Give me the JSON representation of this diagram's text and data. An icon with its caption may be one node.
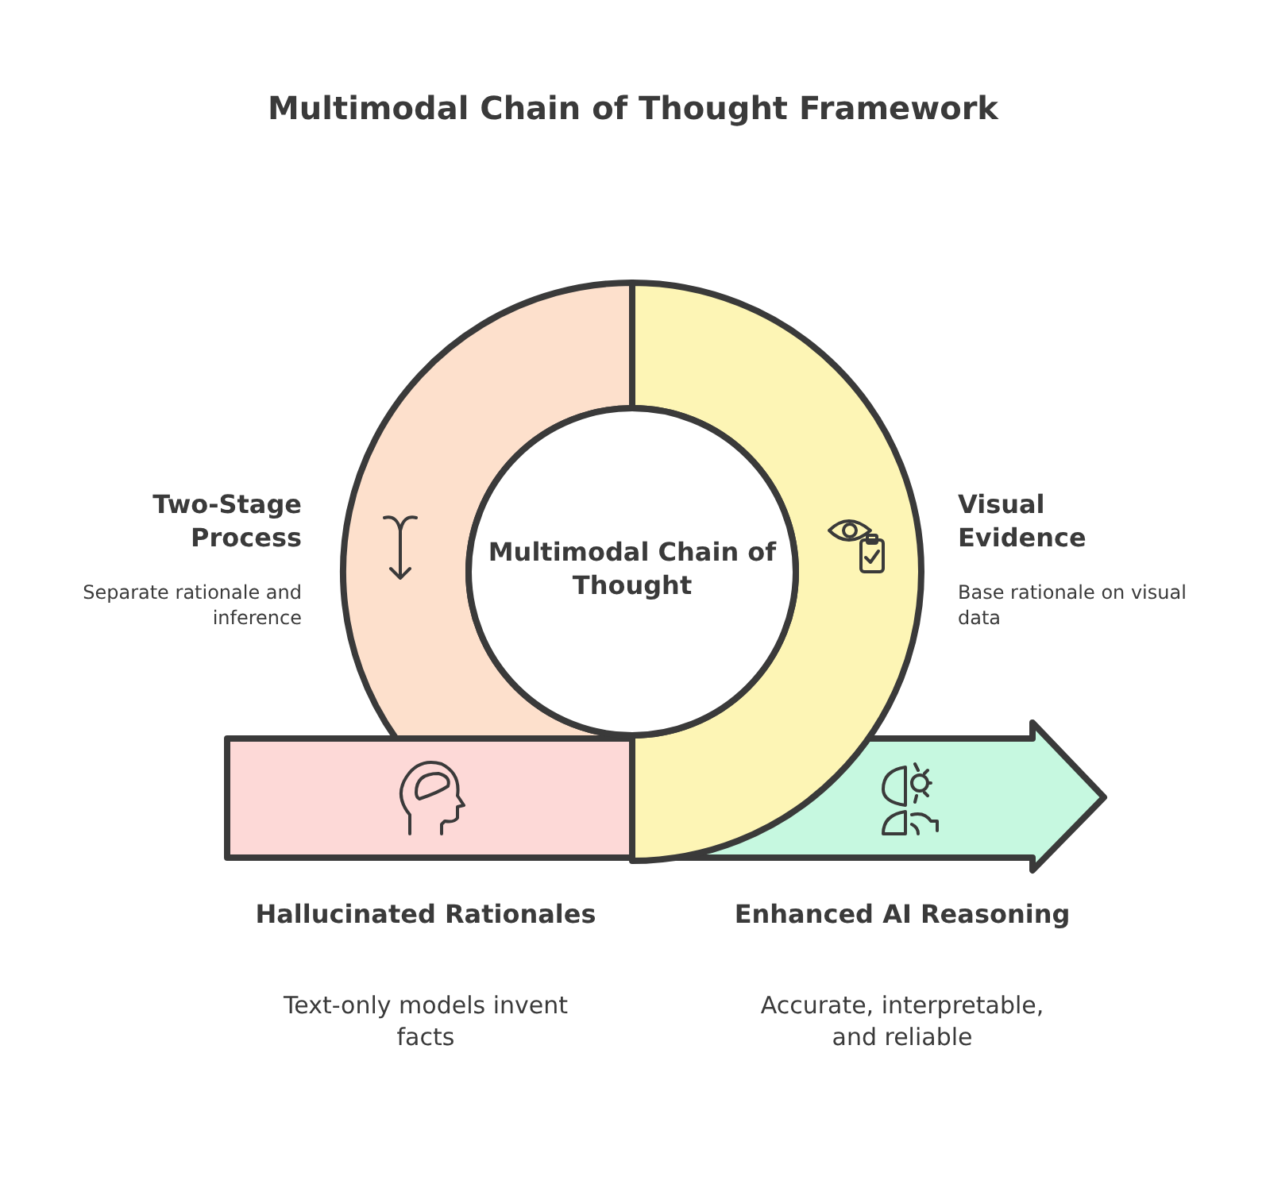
{
  "diagram": {
    "title": "Multimodal Chain of Thought Framework",
    "nodes": [
      {
        "text": [
          "Two-Stage Process",
          "Separate rationale and inference"
        ]
      },
      {
        "text": [
          "Visual Evidence",
          "Base rationale on visual data"
        ]
      },
      {
        "text": [
          "Multimodal Chain of Thought"
        ]
      },
      {
        "text": [
          "Hallucinated Rationales",
          "Text-only models invent facts"
        ]
      },
      {
        "text": [
          "Enhanced AI Reasoning",
          "Accurate, interpretable, and reliable"
        ]
      }
    ]
  }
}
